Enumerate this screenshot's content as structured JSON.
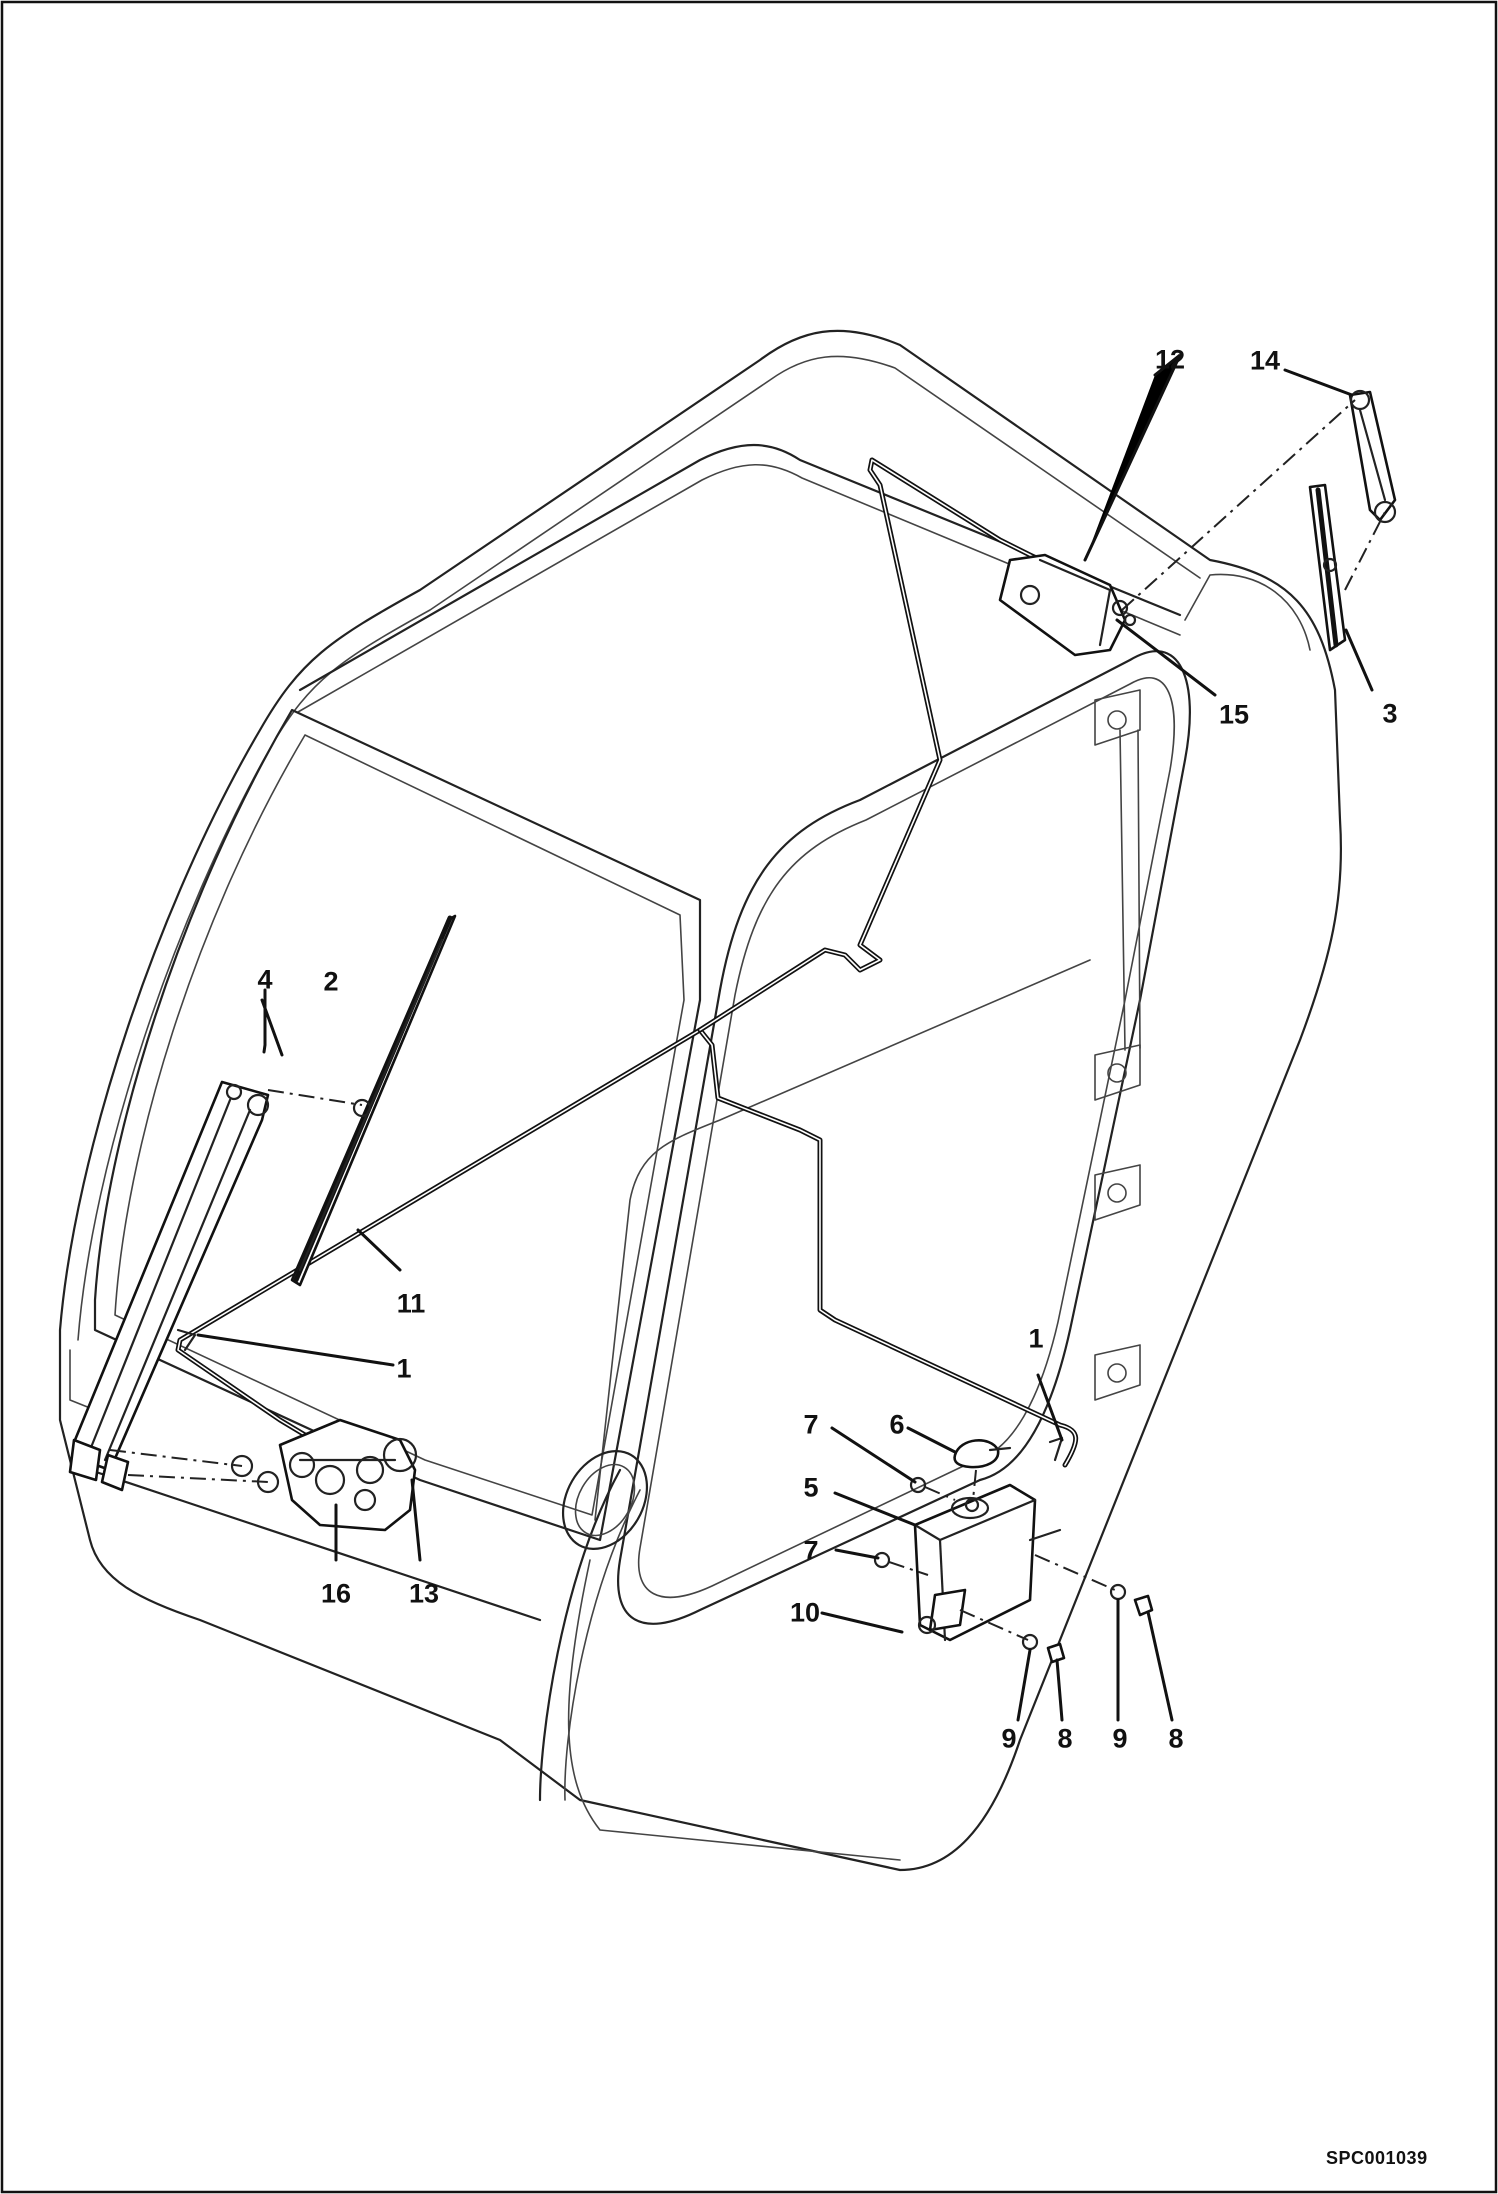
{
  "drawing_code": "SPC001039",
  "callouts": {
    "c1a": "1",
    "c1b": "1",
    "c2": "2",
    "c3": "3",
    "c4": "4",
    "c5": "5",
    "c6": "6",
    "c7a": "7",
    "c7b": "7",
    "c8a": "8",
    "c8b": "8",
    "c9a": "9",
    "c9b": "9",
    "c10": "10",
    "c11": "11",
    "c12": "12",
    "c13": "13",
    "c14": "14",
    "c15": "15",
    "c16": "16"
  }
}
